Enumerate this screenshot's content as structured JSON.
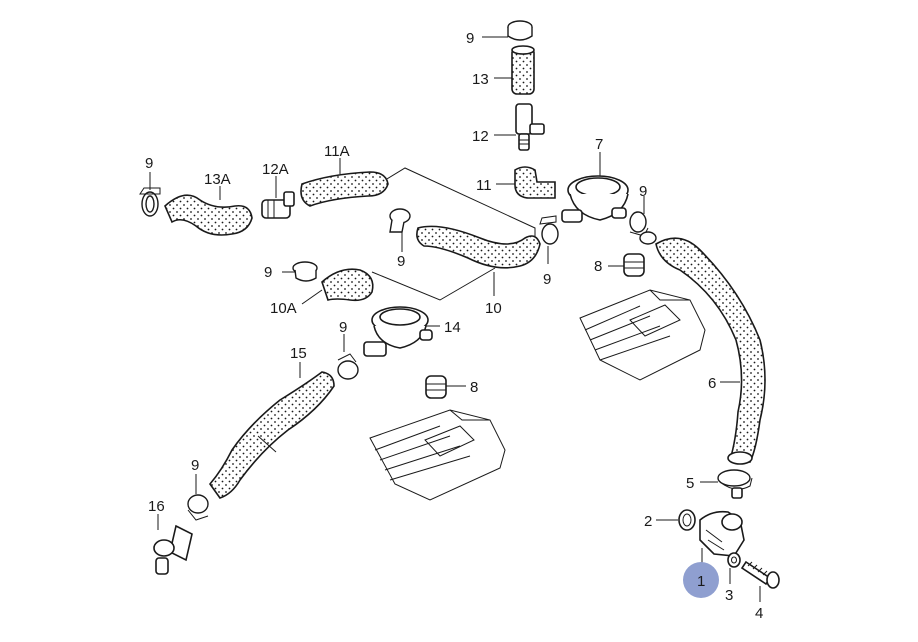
{
  "diagram": {
    "labels": {
      "l9a": "9",
      "l13": "13",
      "l12": "12",
      "l11": "11",
      "l7": "7",
      "l9b": "9",
      "l13A": "13A",
      "l12A": "12A",
      "l11A": "11A",
      "l9c": "9",
      "l9d": "9",
      "l9e": "9",
      "l8a": "8",
      "l9f": "9",
      "l10A": "10A",
      "l10": "10",
      "l14": "14",
      "l9g": "9",
      "l15": "15",
      "l8b": "8",
      "l6": "6",
      "l9h": "9",
      "l16": "16",
      "l5": "5",
      "l2": "2",
      "l1": "1",
      "l3": "3",
      "l4": "4"
    },
    "highlight_color": "#8f9fd0"
  }
}
